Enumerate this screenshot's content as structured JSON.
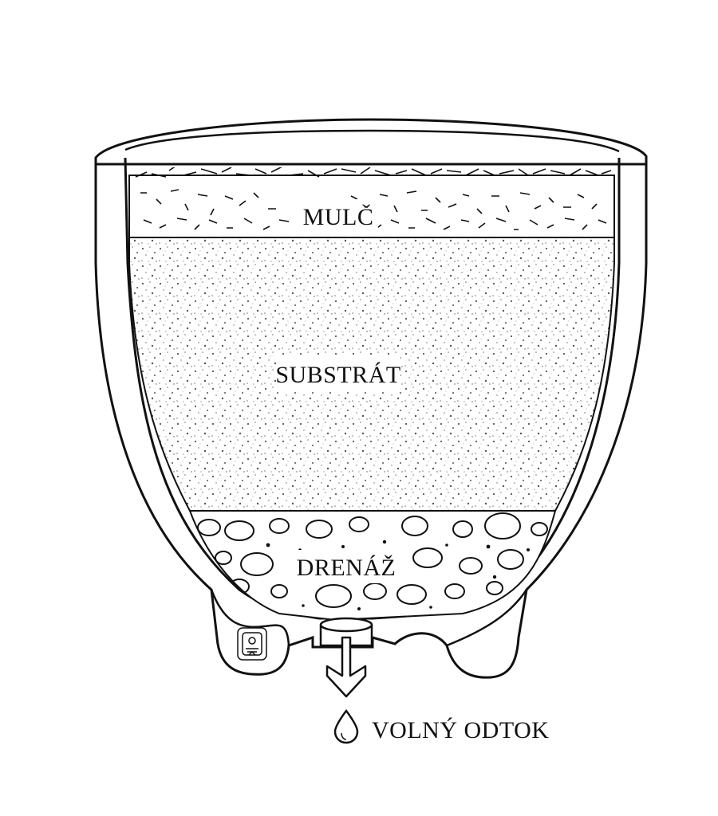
{
  "layers": {
    "mulch": {
      "label": "MULČ"
    },
    "substrate": {
      "label": "SUBSTRÁT"
    },
    "drainage": {
      "label": "DRENÁŽ"
    }
  },
  "outflow": {
    "label": "VOLNÝ ODTOK"
  },
  "colors": {
    "outline": "#111111",
    "substrate_dot": "#555555",
    "background": "#ffffff"
  }
}
